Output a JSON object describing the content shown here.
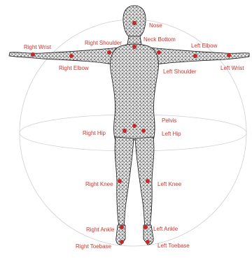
{
  "colors": {
    "label": "#d0342c",
    "point": "#c62828",
    "mesh": "#1a1a1a",
    "sphere": "#c8c8c8"
  },
  "joints": {
    "nose": "Nose",
    "neck_bottom": "Neck Bottom",
    "right_shoulder": "Right Shoulder",
    "left_shoulder": "Left Shoulder",
    "right_wrist": "Right Wrist",
    "left_wrist": "Left Wrist",
    "right_elbow": "Right Elbow",
    "left_elbow": "Left Elbow",
    "pelvis": "Pelvis",
    "right_hip": "Right Hip",
    "left_hip": "Left Hip",
    "right_knee": "Right Knee",
    "left_knee": "Left Knee",
    "right_ankle": "Right Ankle",
    "left_ankle": "Left Ankle",
    "right_toebase": "Right Toebase",
    "left_toebase": "Left Toebase"
  }
}
